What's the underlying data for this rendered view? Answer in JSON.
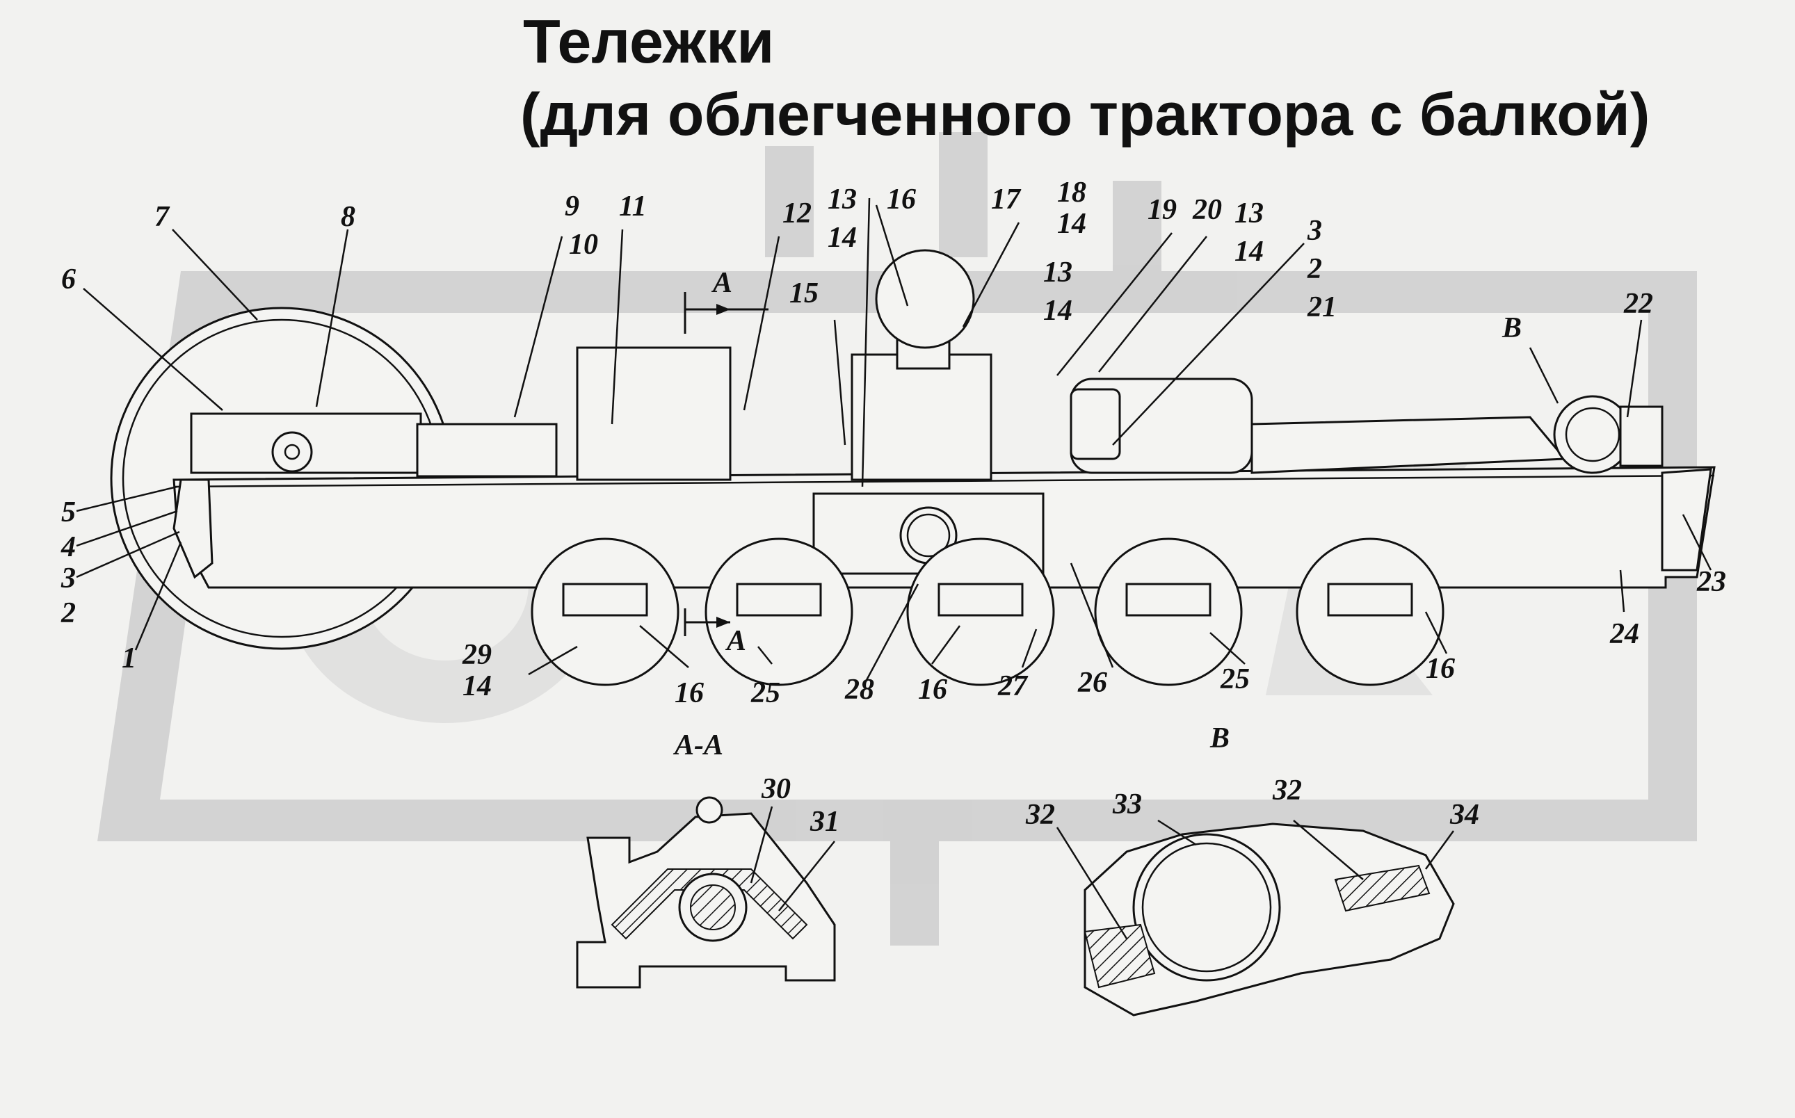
{
  "title": "Тележки",
  "subtitle": "(для облегченного трактора с балкой)",
  "callouts": [
    "1",
    "2",
    "3",
    "4",
    "5",
    "6",
    "7",
    "8",
    "9",
    "10",
    "11",
    "12",
    "13",
    "14",
    "15",
    "16",
    "17",
    "18",
    "19",
    "20",
    "21",
    "22",
    "23",
    "24",
    "25",
    "26",
    "27",
    "28",
    "29",
    "30",
    "31",
    "32",
    "33",
    "34"
  ],
  "section_labels": {
    "view_a": "A",
    "section_aa": "A-A",
    "view_b": "B"
  },
  "watermark_text": "OPEX"
}
